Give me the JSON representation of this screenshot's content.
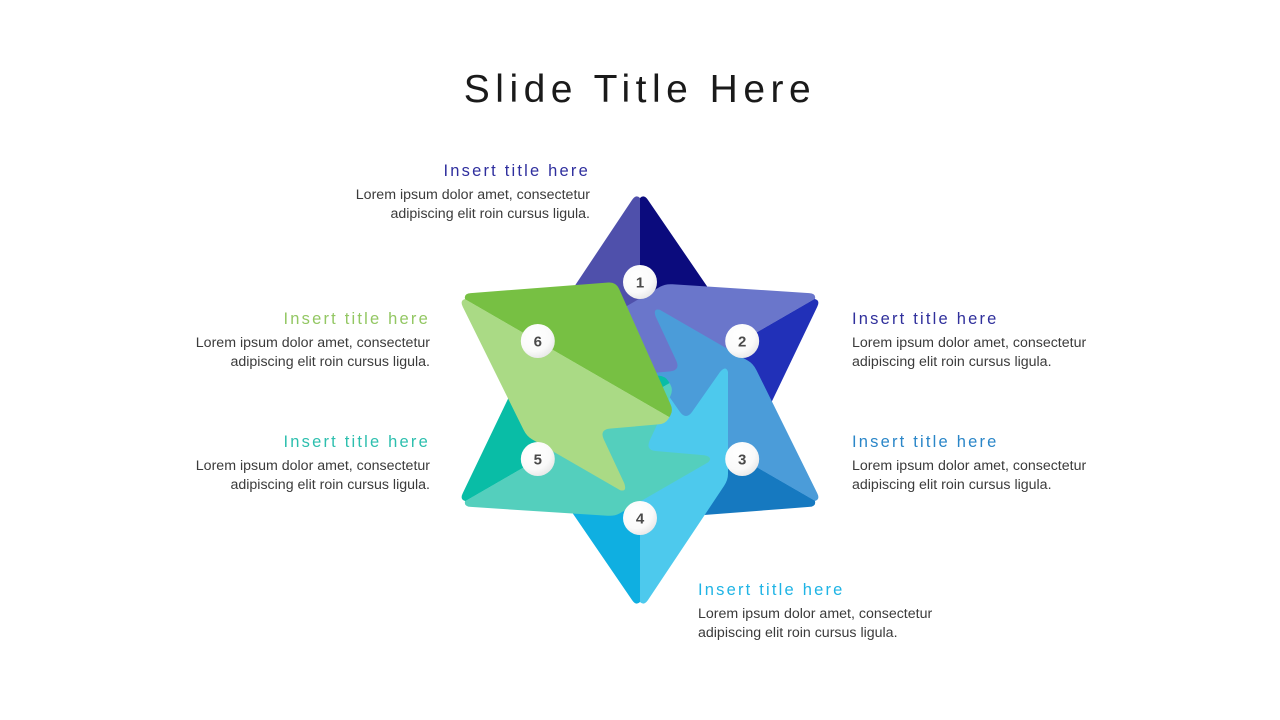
{
  "slide": {
    "title": "Slide Title Here",
    "background": "#ffffff"
  },
  "diagram": {
    "type": "six-point-star-petal-cycle",
    "center_shape": "white 6-pointed star negative space",
    "segments": [
      {
        "number": "1",
        "title": "Insert title here",
        "body": "Lorem ipsum dolor amet, consectetur adipiscing elit roin cursus ligula.",
        "title_color": "#2f2f9e",
        "color_light": "#4f50ab",
        "color_dark": "#0b0b7d",
        "angle_deg": 0
      },
      {
        "number": "2",
        "title": "Insert title here",
        "body": "Lorem ipsum dolor amet, consectetur adipiscing elit roin cursus ligula.",
        "title_color": "#30309c",
        "color_light": "#6a76cb",
        "color_dark": "#2130b8",
        "angle_deg": 60
      },
      {
        "number": "3",
        "title": "Insert title here",
        "body": "Lorem ipsum dolor amet, consectetur adipiscing elit roin cursus ligula.",
        "title_color": "#2a86c8",
        "color_light": "#4b9cd9",
        "color_dark": "#1679c0",
        "angle_deg": 120
      },
      {
        "number": "4",
        "title": "Insert title here",
        "body": "Lorem ipsum dolor amet, consectetur adipiscing elit roin cursus ligula.",
        "title_color": "#1fb4e5",
        "color_light": "#4dc9ed",
        "color_dark": "#0fafe1",
        "angle_deg": 180
      },
      {
        "number": "5",
        "title": "Insert title here",
        "body": "Lorem ipsum dolor amet, consectetur adipiscing elit roin cursus ligula.",
        "title_color": "#2dbfae",
        "color_light": "#54cfbd",
        "color_dark": "#09bda6",
        "angle_deg": 240
      },
      {
        "number": "6",
        "title": "Insert title here",
        "body": "Lorem ipsum dolor amet, consectetur adipiscing elit roin cursus ligula.",
        "title_color": "#93c763",
        "color_light": "#aada85",
        "color_dark": "#77c043",
        "angle_deg": 300
      }
    ],
    "badge": {
      "fill": "#fbfbfb",
      "text_color": "#4a4a4a"
    }
  }
}
